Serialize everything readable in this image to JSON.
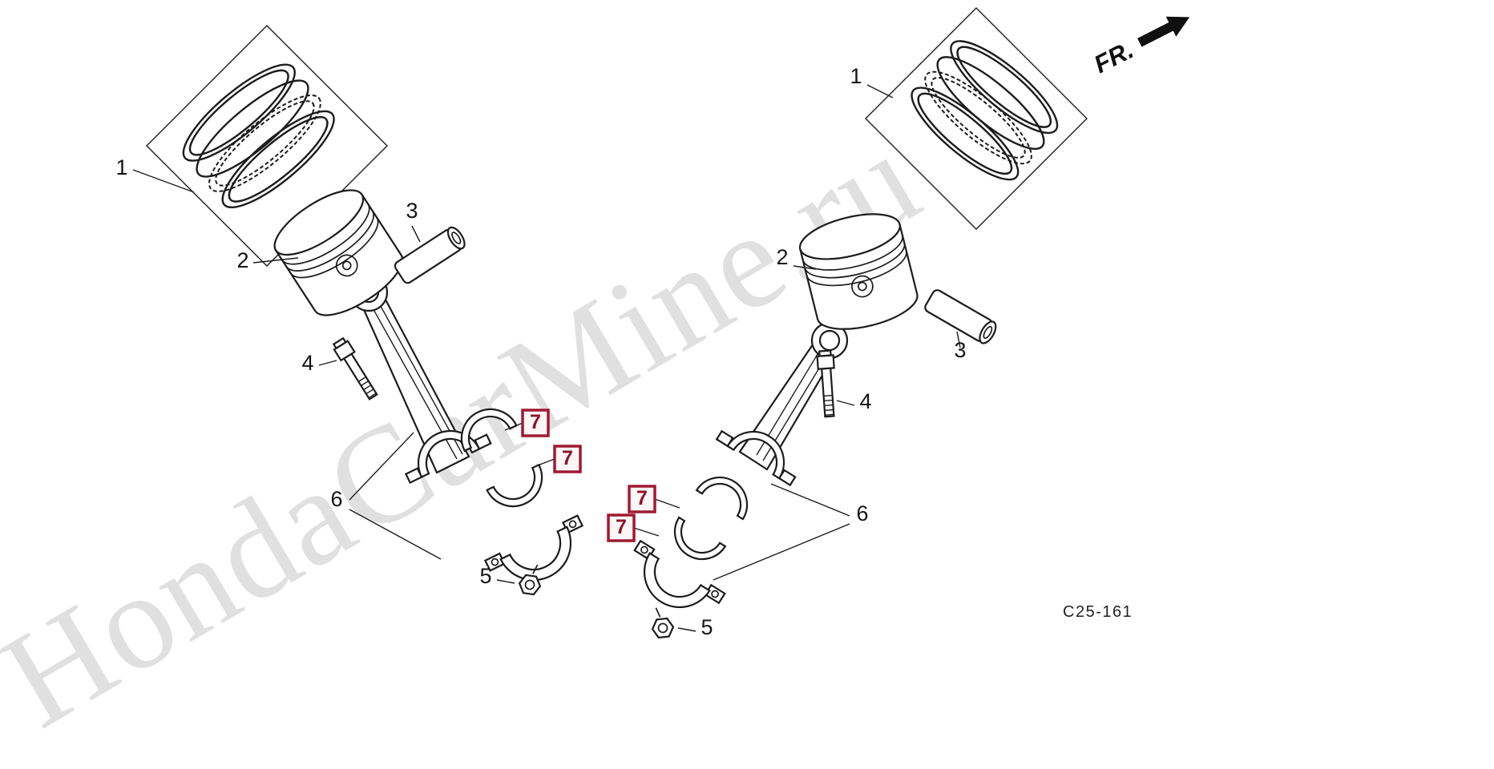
{
  "watermark": {
    "text": "HondaCarMine.ru",
    "color": "#dbdbdb"
  },
  "fr_indicator": {
    "label": "FR."
  },
  "drawing_code": {
    "text": "C25-161"
  },
  "callouts": {
    "piston_ring_set": "1",
    "piston": "2",
    "piston_pin": "3",
    "rod_bolt": "4",
    "rod_nut": "5",
    "connecting_rod": "6",
    "rod_bearing": "7"
  },
  "colors": {
    "line": "#1c1c1c",
    "highlight_box": "#9e1b32",
    "background": "#ffffff"
  }
}
